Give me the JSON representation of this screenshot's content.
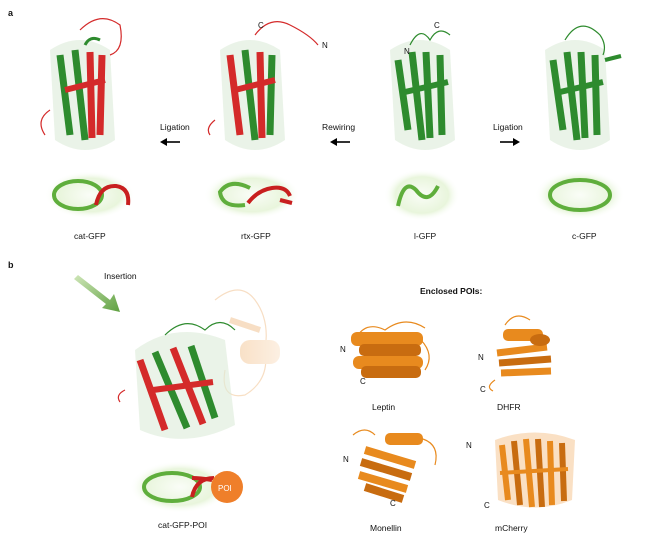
{
  "panel_a": {
    "letter": "a",
    "structures": [
      {
        "name": "cat-GFP"
      },
      {
        "name": "rtx-GFP",
        "term_c": "C",
        "term_n": "N"
      },
      {
        "name": "l-GFP",
        "term_n": "N",
        "term_c": "C"
      },
      {
        "name": "c-GFP"
      }
    ],
    "arrows": [
      "Ligation",
      "Rewiring",
      "Ligation"
    ]
  },
  "panel_b": {
    "letter": "b",
    "insertion_label": "Insertion",
    "cat_label": "cat-GFP-POI",
    "poi_badge": "POI",
    "enclosed_title": "Enclosed POIs:",
    "pois": [
      {
        "name": "Leptin",
        "n": "N",
        "c": "C"
      },
      {
        "name": "DHFR",
        "n": "N",
        "c": "C"
      },
      {
        "name": "Monellin",
        "n": "N",
        "c": "C"
      },
      {
        "name": "mCherry",
        "n": "N",
        "c": "C"
      }
    ]
  },
  "colors": {
    "green": "#2e8b2e",
    "red": "#d42a2a",
    "orange": "#e88a1e",
    "glow": "#d9efc8"
  }
}
